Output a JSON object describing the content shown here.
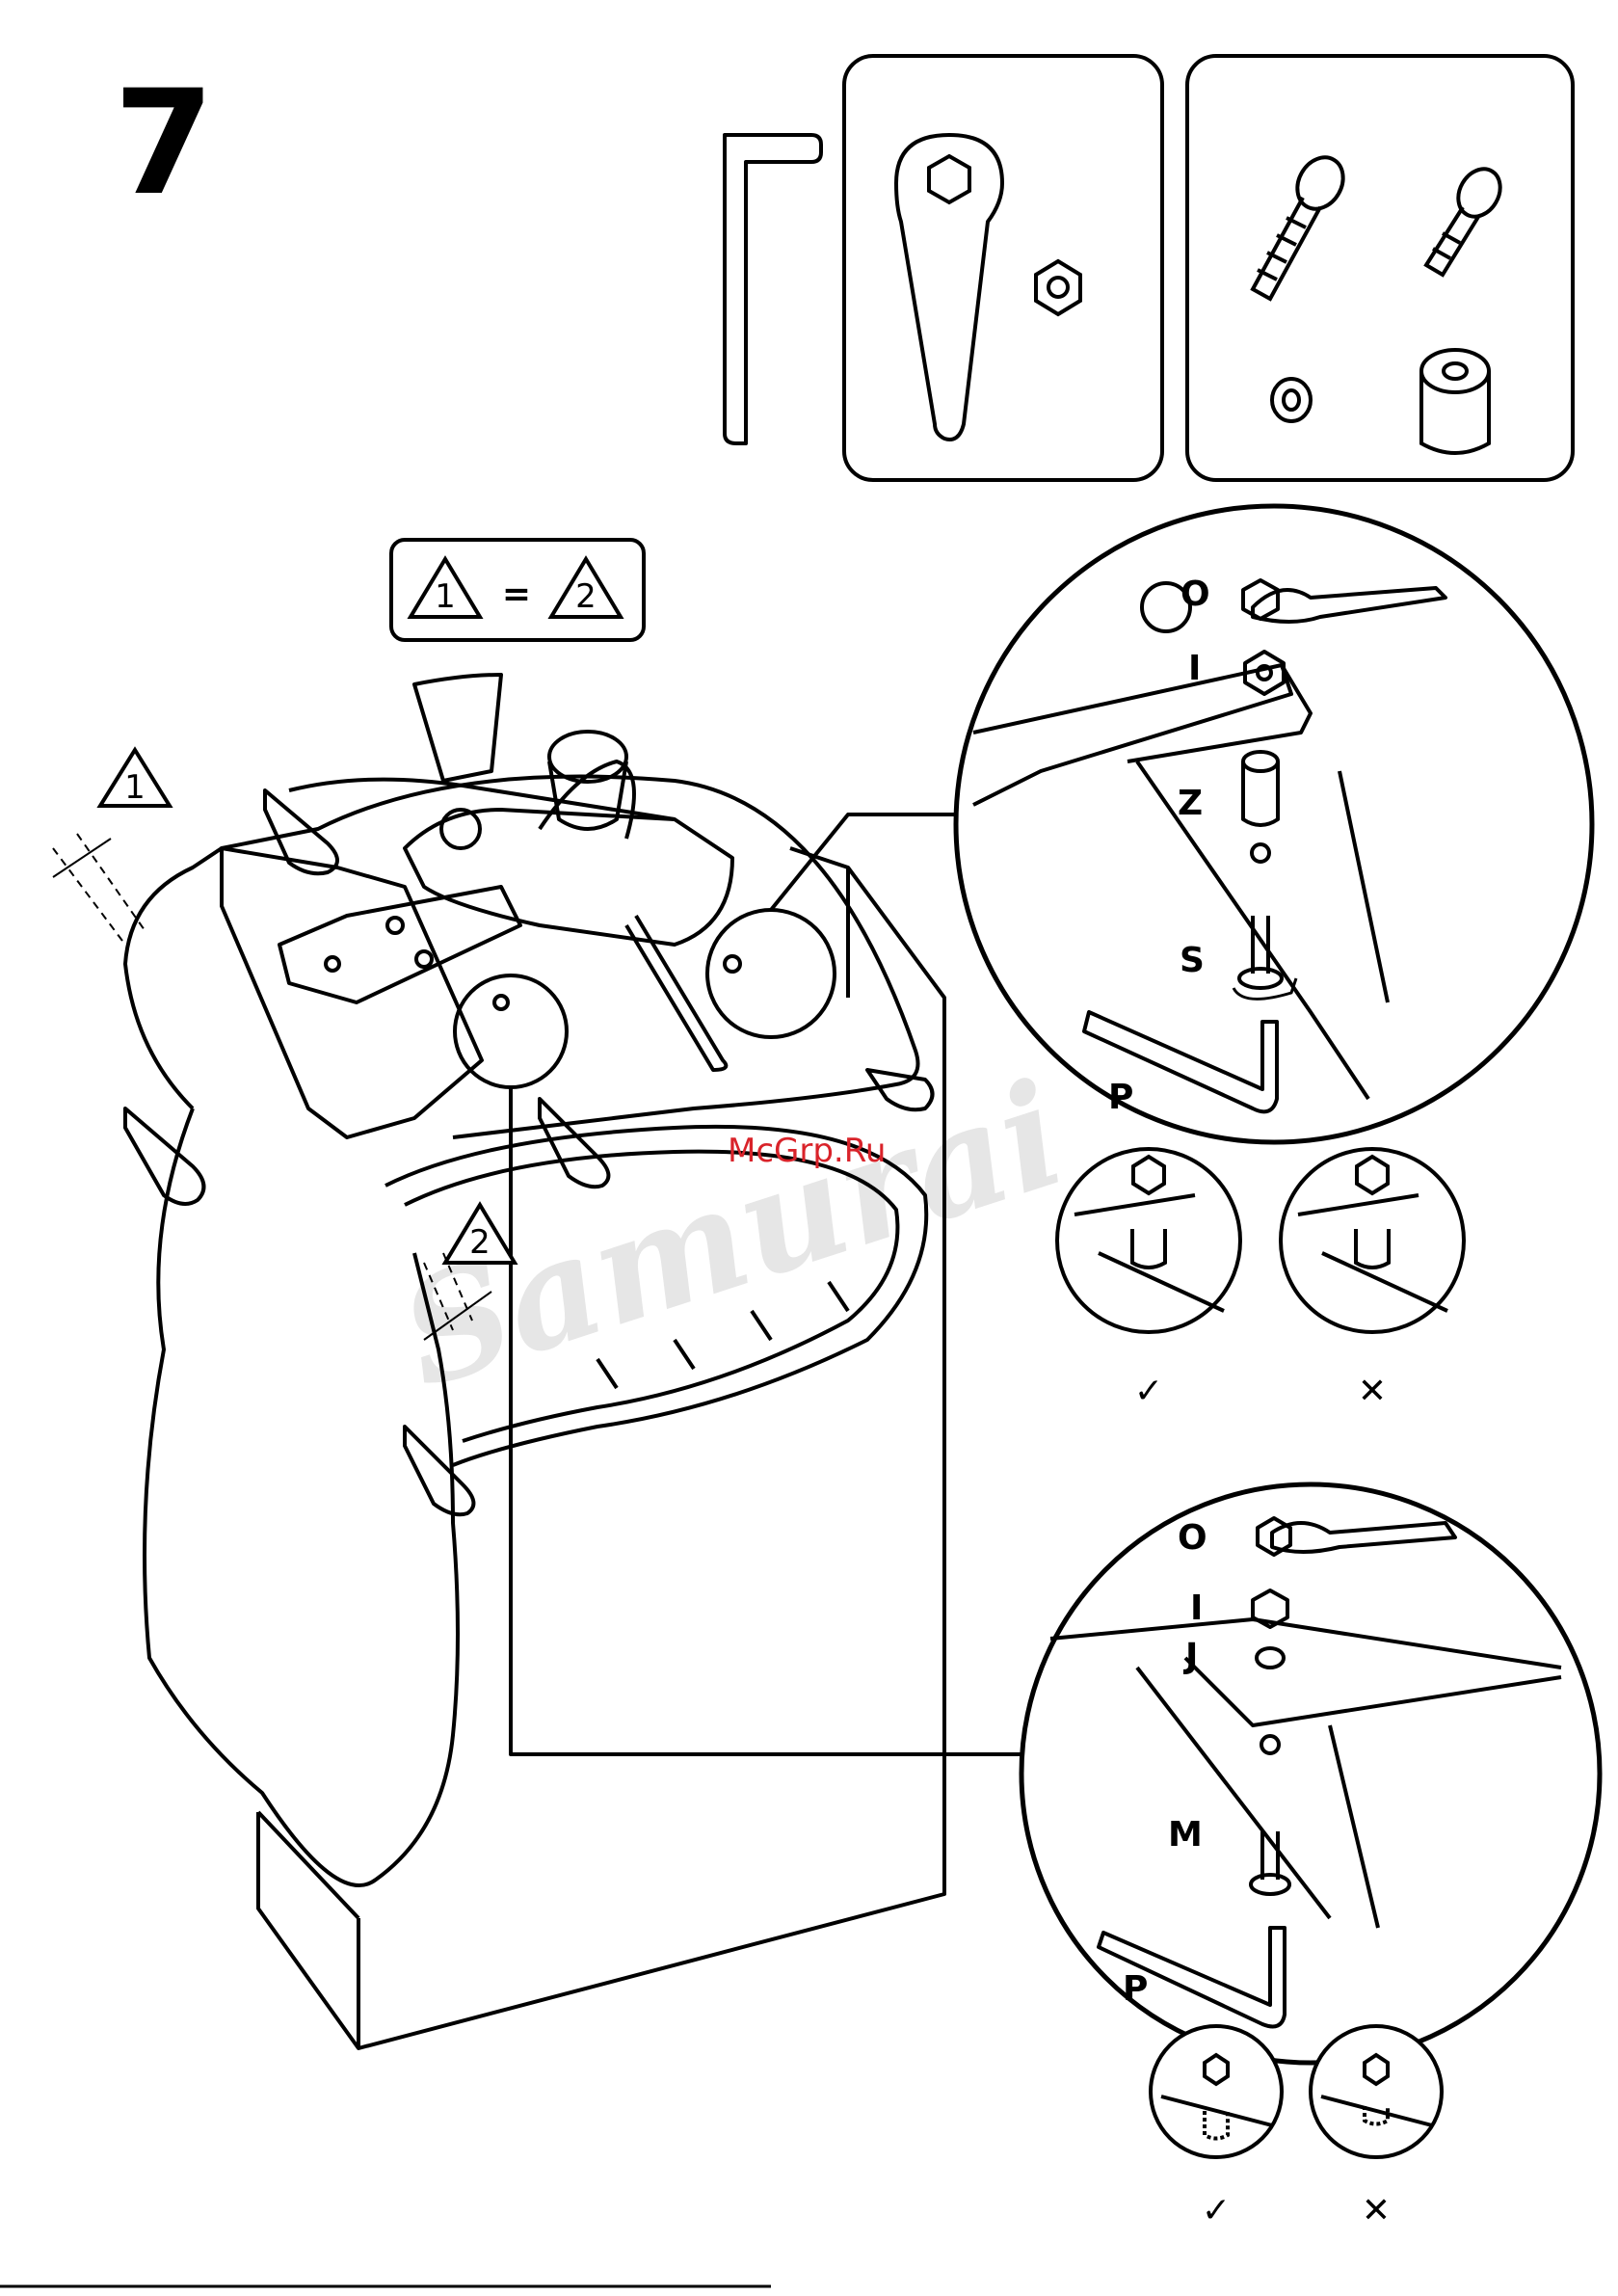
{
  "step_number": "7",
  "equality_note": {
    "left": "1",
    "sign": "=",
    "right": "2"
  },
  "markers": {
    "one": "1",
    "two": "2"
  },
  "detail_top": {
    "labels": [
      "O",
      "I",
      "Z",
      "S",
      "P"
    ]
  },
  "detail_bottom": {
    "labels": [
      "O",
      "I",
      "J",
      "M",
      "P"
    ]
  },
  "checks": {
    "correct": "✓",
    "wrong": "✕"
  },
  "watermarks": {
    "site": "McGrp.Ru",
    "brand": "Samurai"
  },
  "colors": {
    "ink": "#000000",
    "watermark_red": "#d9232a",
    "watermark_grey": "#e6e6e6"
  }
}
